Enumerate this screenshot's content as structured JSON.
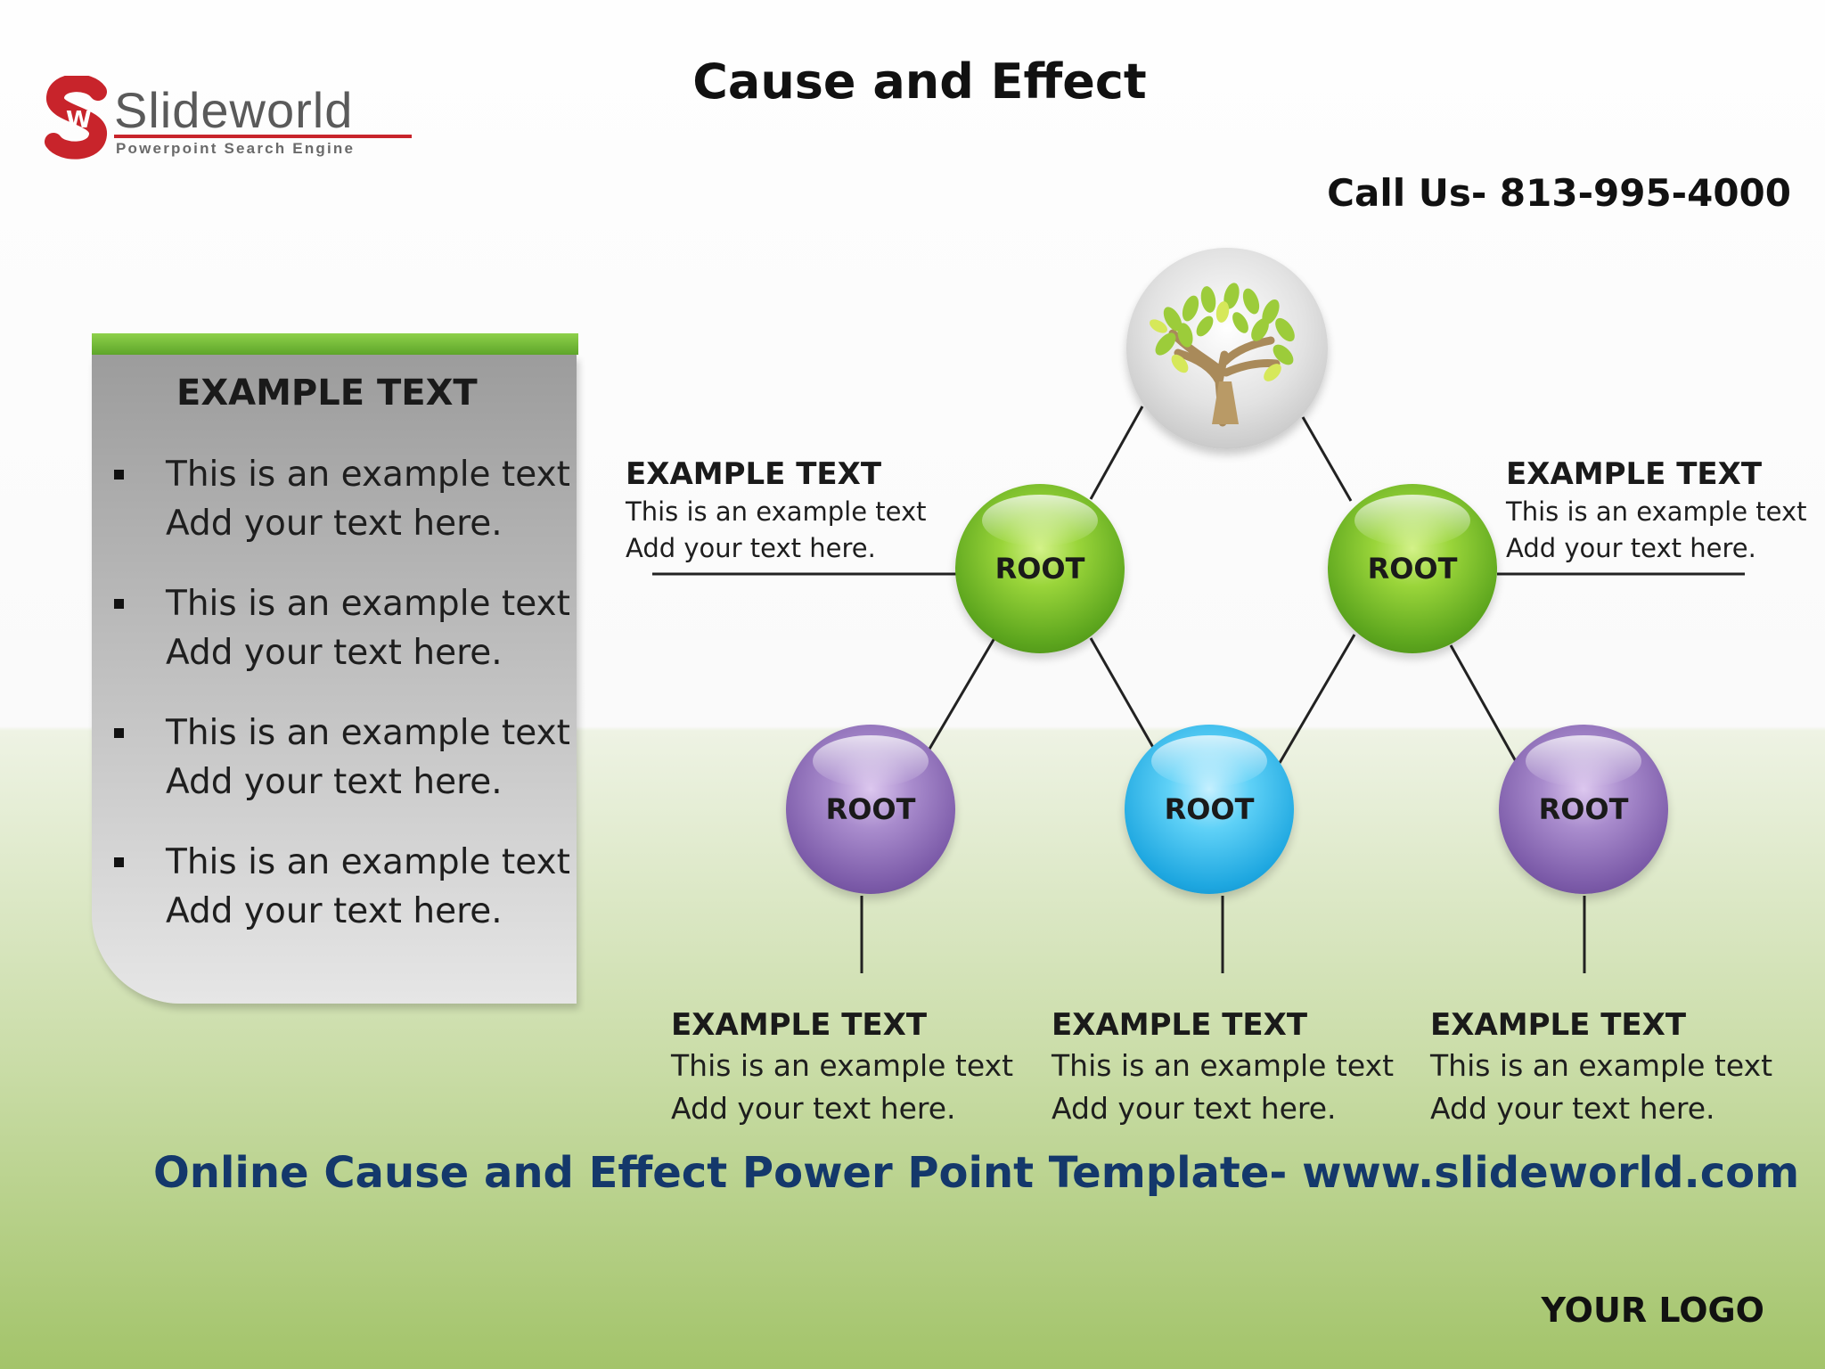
{
  "brand": {
    "name": "Slideworld",
    "tagline": "Powerpoint Search Engine",
    "colors": {
      "red": "#c8242b",
      "gray": "#5a5a5a"
    }
  },
  "title": "Cause and Effect",
  "phone": "Call Us- 813-995-4000",
  "panel": {
    "title": "EXAMPLE TEXT",
    "items": [
      {
        "line1": "This is an example text",
        "line2": "Add your text here."
      },
      {
        "line1": "This is an example text",
        "line2": "Add your text here."
      },
      {
        "line1": "This is an example text",
        "line2": "Add your text here."
      },
      {
        "line1": "This is an example text",
        "line2": "Add your text here."
      }
    ]
  },
  "diagram": {
    "top_icon": "tree-icon",
    "nodes": [
      {
        "label": "ROOT",
        "color": "green"
      },
      {
        "label": "ROOT",
        "color": "green"
      },
      {
        "label": "ROOT",
        "color": "purple"
      },
      {
        "label": "ROOT",
        "color": "blue"
      },
      {
        "label": "ROOT",
        "color": "purple"
      }
    ],
    "callouts": [
      {
        "title": "EXAMPLE TEXT",
        "line1": "This is an example text",
        "line2": "Add your text here."
      },
      {
        "title": "EXAMPLE TEXT",
        "line1": "This is an example text",
        "line2": "Add your text here."
      },
      {
        "title": "EXAMPLE TEXT",
        "line1": "This is an example text",
        "line2": "Add your text here."
      },
      {
        "title": "EXAMPLE TEXT",
        "line1": "This is an example text",
        "line2": "Add your text here."
      },
      {
        "title": "EXAMPLE TEXT",
        "line1": "This is an example text",
        "line2": "Add your text here."
      }
    ]
  },
  "footer": "Online Cause and Effect Power Point Template- www.slideworld.com",
  "your_logo": "YOUR LOGO"
}
